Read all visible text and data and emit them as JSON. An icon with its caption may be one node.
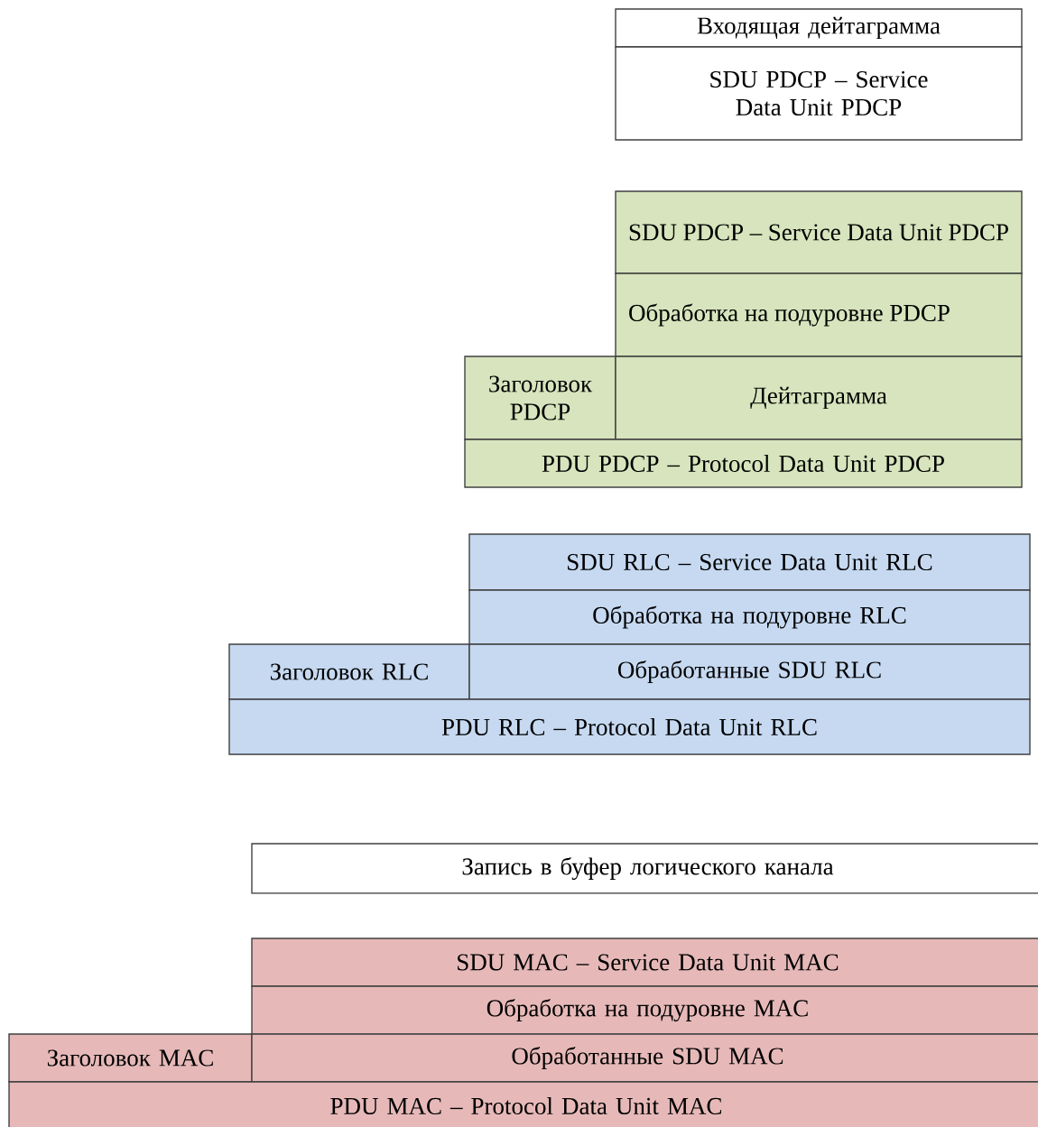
{
  "diagram": {
    "nodes": [
      {
        "text": [
          "Входящая дейтаграмма"
        ]
      },
      {
        "text": [
          "SDU PDCP – Service Data Unit PDCP"
        ]
      },
      {
        "text": [
          "SDU PDCP – Service Data Unit PDCP"
        ]
      },
      {
        "text": [
          "Обработка на подуровне PDCP"
        ]
      },
      {
        "text": [
          "Заголовок PDCP"
        ]
      },
      {
        "text": [
          "Дейтаграмма"
        ]
      },
      {
        "text": [
          "PDU PDCP – Protocol Data Unit PDCP"
        ]
      },
      {
        "text": [
          "SDU RLC – Service Data Unit RLC"
        ]
      },
      {
        "text": [
          "Обработка на подуровне RLC"
        ]
      },
      {
        "text": [
          "Заголовок RLC"
        ]
      },
      {
        "text": [
          "Обработанные SDU RLC"
        ]
      },
      {
        "text": [
          "PDU RLC – Protocol Data Unit RLC"
        ]
      },
      {
        "text": [
          "Запись в буфер логического канала"
        ]
      },
      {
        "text": [
          "SDU MAC – Service Data Unit MAC"
        ]
      },
      {
        "text": [
          "Обработка на подуровне MAC"
        ]
      },
      {
        "text": [
          "Заголовок MAC"
        ]
      },
      {
        "text": [
          "Обработанные SDU MAC"
        ]
      },
      {
        "text": [
          "PDU MAC – Protocol Data Unit MAC"
        ]
      }
    ]
  }
}
